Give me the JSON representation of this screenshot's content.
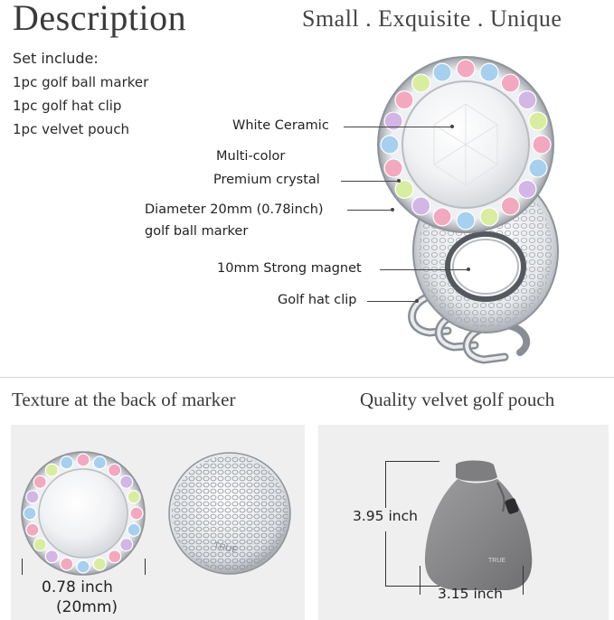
{
  "header": {
    "title": "Description",
    "tagline": "Small . Exquisite . Unique"
  },
  "set": {
    "heading": "Set include:",
    "items": [
      "1pc golf ball marker",
      "1pc golf hat clip",
      "1pc velvet pouch"
    ]
  },
  "callouts": {
    "ceramic": "White Ceramic",
    "crystal_line1": "Multi-color",
    "crystal_line2": "Premium crystal",
    "diameter_line1": "Diameter 20mm (0.78inch)",
    "diameter_line2": "golf ball marker",
    "magnet": "10mm Strong magnet",
    "clip": "Golf hat clip"
  },
  "texture": {
    "title": "Texture at the back of marker",
    "dim_line1": "0.78 inch",
    "dim_line2": "(20mm)",
    "engraving": "TRUE"
  },
  "pouch": {
    "title": "Quality velvet golf pouch",
    "height": "3.95 inch",
    "width": "3.15 inch",
    "logo": "TRUE"
  },
  "colors": {
    "pink": "#f2a9c0",
    "blue": "#a6d0ee",
    "green": "#d9eda0",
    "lavender": "#d2b6e6",
    "silver": "#c9ccd1",
    "pouch_gray": "#8c8c8e"
  },
  "icons": [
    "ball-marker-image",
    "hat-clip-image",
    "marker-back-image",
    "velvet-pouch-image"
  ]
}
